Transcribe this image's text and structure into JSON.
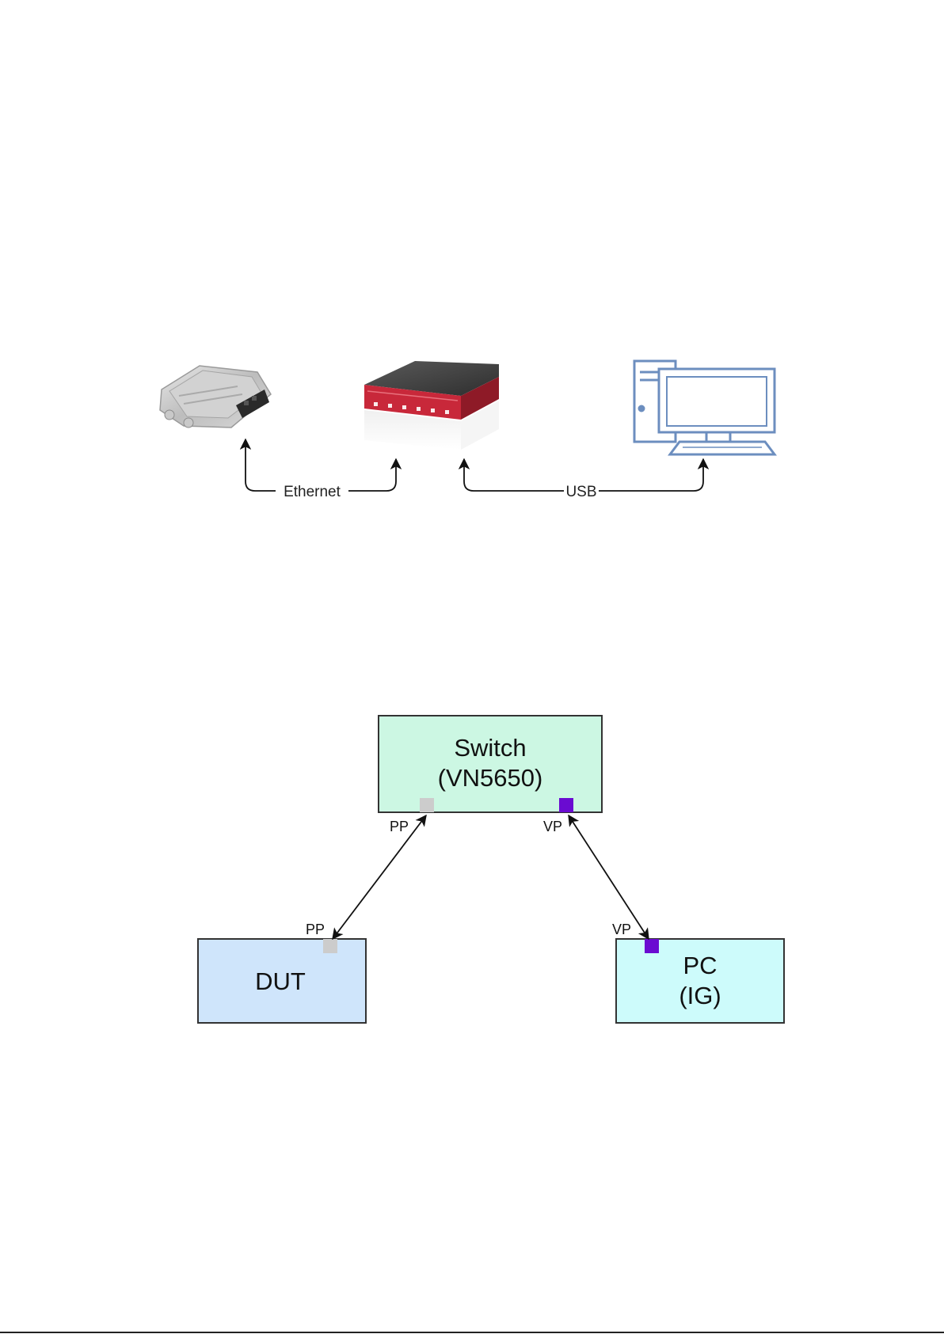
{
  "colors": {
    "switch_fill": "#ccf7e3",
    "dut_fill": "#cfe5fb",
    "pc_fill": "#cdfbfb",
    "box_stroke": "#333333",
    "pp_port": "#cccccc",
    "vp_port": "#6a0bd1",
    "pc_icon": "#6c8ebf",
    "device_red": "#c8283a"
  },
  "setup_diagram": {
    "connections": {
      "ethernet_label": "Ethernet",
      "usb_label": "USB"
    },
    "icons": [
      "ecu-module-icon",
      "network-interface-device-icon",
      "desktop-computer-icon"
    ]
  },
  "topology_diagram": {
    "switch": {
      "line1": "Switch",
      "line2": "(VN5650)"
    },
    "dut": {
      "line1": "DUT"
    },
    "pc": {
      "line1": "PC",
      "line2": "(IG)"
    },
    "ports": {
      "switch_pp": "PP",
      "switch_vp": "VP",
      "dut_pp": "PP",
      "pc_vp": "VP"
    }
  }
}
